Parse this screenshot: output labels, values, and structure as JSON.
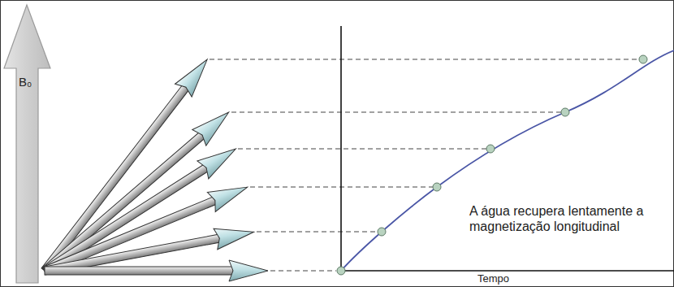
{
  "diagram": {
    "labels": [
      "B₀",
      "A água recupera lentamente a magnetização longitudinal",
      "Tempo"
    ]
  }
}
